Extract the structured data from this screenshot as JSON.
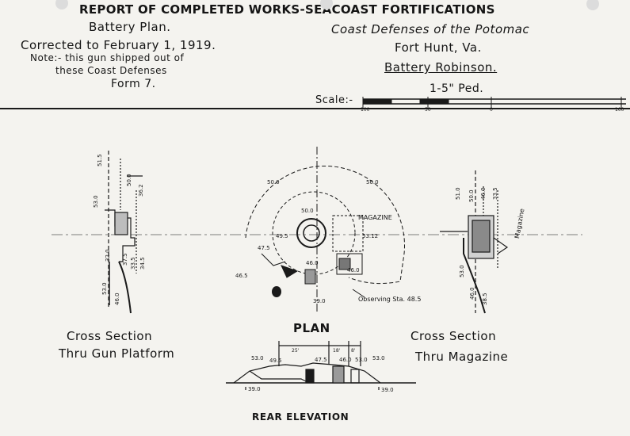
{
  "header": {
    "title": "REPORT OF COMPLETED WORKS-SEACOAST FORTIFICATIONS",
    "subtitle": "Battery Plan.",
    "corrected": "Corrected to February 1, 1919.",
    "note_line1": "Note:- this gun shipped out of",
    "note_line2": "these Coast Defenses",
    "form": "Form 7.",
    "coast_defenses": "Coast Defenses of the Potomac",
    "fort": "Fort Hunt, Va.",
    "battery": "Battery Robinson.",
    "ped": "1-5\" Ped.",
    "scale_label": "Scale:-",
    "scale_ticks": [
      "100",
      "50",
      "0",
      "100"
    ]
  },
  "drawing": {
    "cross_section_gun_line1": "Cross Section",
    "cross_section_gun_line2": "Thru Gun Platform",
    "plan_label": "PLAN",
    "cross_section_mag_line1": "Cross Section",
    "cross_section_mag_line2": "Thru Magazine",
    "rear_elevation": "REAR ELEVATION",
    "magazine_label": "MAGAZINE",
    "magazine_vertical": "Magazine",
    "observing_label": "Observing Sta. 48.5",
    "elevations_plan": [
      "50.0",
      "50.0",
      "50.0",
      "49.5",
      "46.0",
      "47.5",
      "53.12",
      "46.0",
      "39.0",
      "46.5"
    ],
    "elevations_cs_gun": [
      "51.5",
      "50.0",
      "53.0",
      "36.2",
      "32.0",
      "37.5",
      "33.5",
      "34.5",
      "53.0",
      "46.0"
    ],
    "elevations_cs_mag": [
      "51.0",
      "50.0",
      "46.0",
      "33.5",
      "53.0",
      "46.0",
      "38.5"
    ],
    "elevations_rear": [
      "53.0",
      "49.5",
      "47.5",
      "46.0",
      "53.0",
      "53.0",
      "39.0",
      "39.0",
      "25'",
      "18'",
      "8'"
    ]
  },
  "colors": {
    "paper": "#f4f3ef",
    "ink": "#1a1a1a"
  }
}
